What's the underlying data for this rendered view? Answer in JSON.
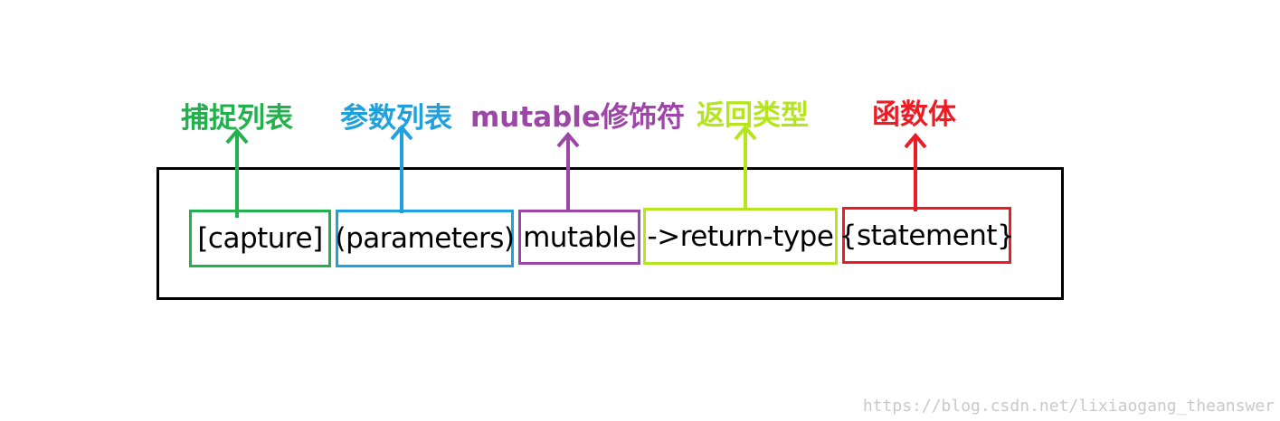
{
  "segments": [
    {
      "id": "capture",
      "text": "[capture]",
      "label": "捕捉列表",
      "color": "#22b14c"
    },
    {
      "id": "parameters",
      "text": "(parameters)",
      "label": "参数列表",
      "color": "#1ea1dd"
    },
    {
      "id": "mutable",
      "text": "mutable",
      "label": "mutable修饰符",
      "color": "#9e45a8"
    },
    {
      "id": "return-type",
      "text": "->return-type",
      "label": "返回类型",
      "color": "#b5e61d"
    },
    {
      "id": "statement",
      "text": "{statement}",
      "label": "函数体",
      "color": "#ed1c24"
    }
  ],
  "watermark": "https://blog.csdn.net/lixiaogang_theanswer"
}
